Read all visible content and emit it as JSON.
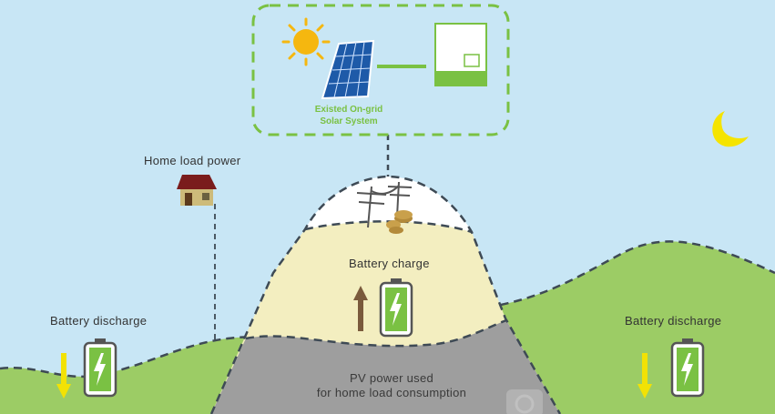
{
  "solar_system": {
    "line1": "Existed On-grid",
    "line2": "Solar System"
  },
  "home_load": {
    "label": "Home load power"
  },
  "battery_charge": {
    "label": "Battery charge"
  },
  "battery_discharge_left": {
    "label": "Battery discharge"
  },
  "battery_discharge_right": {
    "label": "Battery discharge"
  },
  "pv_power": {
    "line1": "PV power used",
    "line2": "for home load consumption"
  },
  "colors": {
    "sky": "#c8e6f5",
    "hill_green": "#9ccc65",
    "mountain_cream": "#f3eec0",
    "mountain_gray": "#9e9e9e",
    "accent_green": "#7ac143",
    "sun": "#f5b70f",
    "moon": "#f5e400",
    "arrow_discharge": "#f2e205",
    "arrow_charge": "#7a5a3c"
  },
  "icons": [
    "sun-icon",
    "solar-panel-icon",
    "inverter-icon",
    "house-icon",
    "power-pole-icon",
    "coins-icon",
    "moon-icon",
    "battery-icon",
    "lightning-icon"
  ]
}
